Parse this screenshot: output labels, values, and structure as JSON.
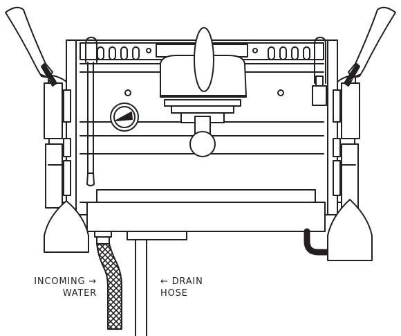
{
  "labels": {
    "incoming_water": {
      "line1": "INCOMING →",
      "line2": "WATER"
    },
    "drain_hose": {
      "line1": "← DRAIN",
      "line2": "HOSE"
    }
  },
  "colors": {
    "stroke": "#231f20",
    "background": "#ffffff"
  }
}
